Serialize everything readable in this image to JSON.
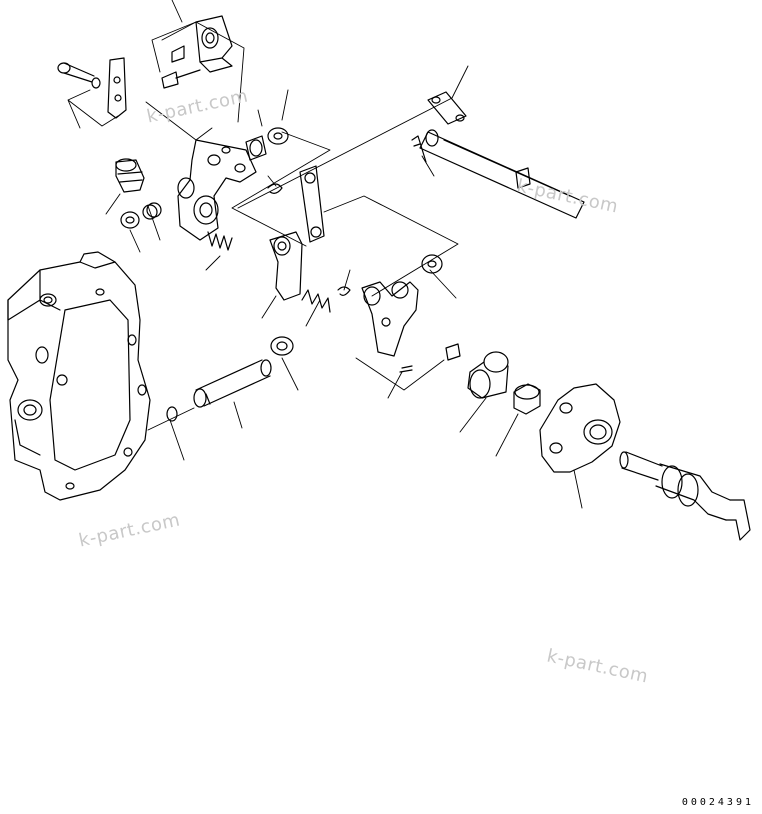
{
  "figure": {
    "drawing_code": "00024391",
    "watermarks": [
      "k-part.com",
      "k-part.com",
      "k-part.com",
      "k-part.com"
    ]
  },
  "colors": {
    "line": "#000000",
    "background": "#ffffff",
    "watermark": "#c8c8c8"
  }
}
